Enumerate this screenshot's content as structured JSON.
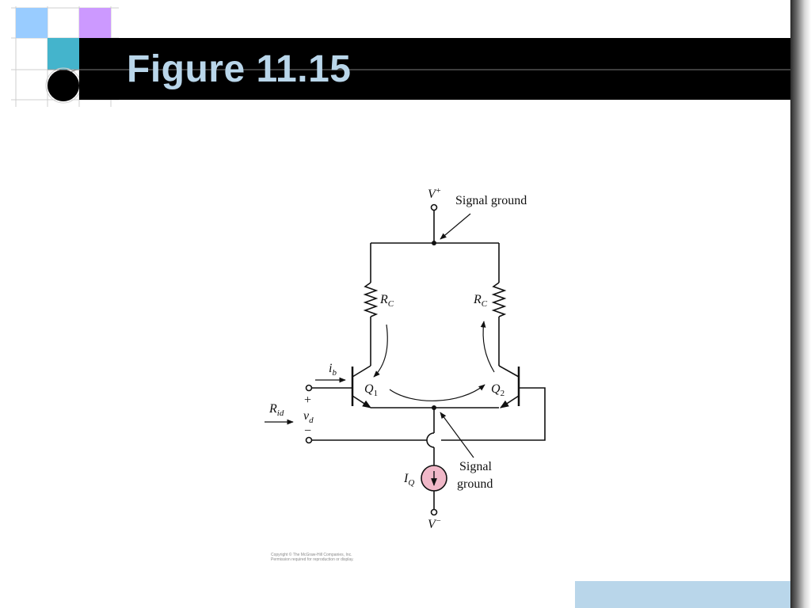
{
  "slide": {
    "title": "Figure 11.15",
    "copyright_line1": "Copyright © The McGraw-Hill Companies, Inc.",
    "copyright_line2": "Permission required for reproduction or display."
  },
  "colors": {
    "title_bar": "#000000",
    "title_text": "#b9d6ea",
    "tile_light_blue": "#99ccff",
    "tile_purple": "#cc99ff",
    "tile_teal": "#44b4cc",
    "current_source_fill": "#f0b8c8",
    "bottom_box": "#b9d6ea"
  },
  "circuit": {
    "vplus": "V",
    "vplus_sup": "+",
    "vminus": "V",
    "vminus_sup": "−",
    "signal_ground_top": "Signal ground",
    "signal_ground_bottom_1": "Signal",
    "signal_ground_bottom_2": "ground",
    "rc": "R",
    "rc_sub": "C",
    "q1": "Q",
    "q1_sub": "1",
    "q2": "Q",
    "q2_sub": "2",
    "ib": "i",
    "ib_sub": "b",
    "rid": "R",
    "rid_sub": "id",
    "vd": "v",
    "vd_sub": "d",
    "plus": "+",
    "minus": "−",
    "iq": "I",
    "iq_sub": "Q"
  }
}
